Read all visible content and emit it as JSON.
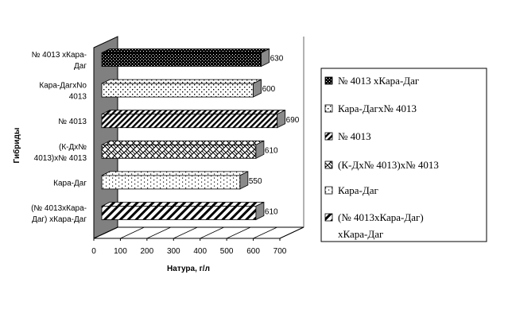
{
  "chart_data": {
    "type": "bar",
    "orientation": "horizontal",
    "three_d": true,
    "categories": [
      "№ 4013 хКара-Даг",
      "Кара-ДагхNo 4013",
      "№ 4013",
      "(К-Дх№ 4013)х№ 4013",
      "Кара-Даг",
      "(№ 4013хКара-Даг) хКара-Даг"
    ],
    "category_lines": [
      [
        "№ 4013 хКара-",
        "Даг"
      ],
      [
        "Кара-ДагхNo",
        "4013"
      ],
      [
        "№ 4013"
      ],
      [
        "(К-Дх№",
        "4013)х№ 4013"
      ],
      [
        "Кара-Даг"
      ],
      [
        "(№ 4013хКара-",
        "Даг) хКара-Даг"
      ]
    ],
    "values": [
      630,
      600,
      690,
      610,
      550,
      610
    ],
    "data_labels": [
      "630",
      "600",
      "690",
      "610",
      "550",
      "610"
    ],
    "xlabel": "Натура, г/л",
    "ylabel": "Гибриды",
    "xlim": [
      0,
      700
    ],
    "x_ticks": [
      0,
      100,
      200,
      300,
      400,
      500,
      600,
      700
    ],
    "grid": false,
    "legend_position": "right",
    "legend": [
      {
        "text": "№ 4013 хКара-Даг",
        "lines": [
          "№ 4013 хКара-Даг"
        ],
        "pattern": "dense-dots"
      },
      {
        "text": "Кара-Дагх№ 4013",
        "lines": [
          "Кара-Дагх№ 4013"
        ],
        "pattern": "dots"
      },
      {
        "text": "№ 4013",
        "lines": [
          "№ 4013"
        ],
        "pattern": "diag-down"
      },
      {
        "text": "(К-Дх№ 4013)х№ 4013",
        "lines": [
          "(К-Дх№ 4013)х№ 4013"
        ],
        "pattern": "weave"
      },
      {
        "text": "Кара-Даг",
        "lines": [
          "Кара-Даг"
        ],
        "pattern": "sparse-dots"
      },
      {
        "text": "(№ 4013хКара-Даг) хКара-Даг",
        "lines": [
          "(№ 4013хКара-Даг)",
          "хКара-Даг"
        ],
        "pattern": "diag-up"
      }
    ],
    "colors": {
      "wall": "#808080",
      "bar_stroke": "#000000",
      "background": "#ffffff"
    }
  }
}
